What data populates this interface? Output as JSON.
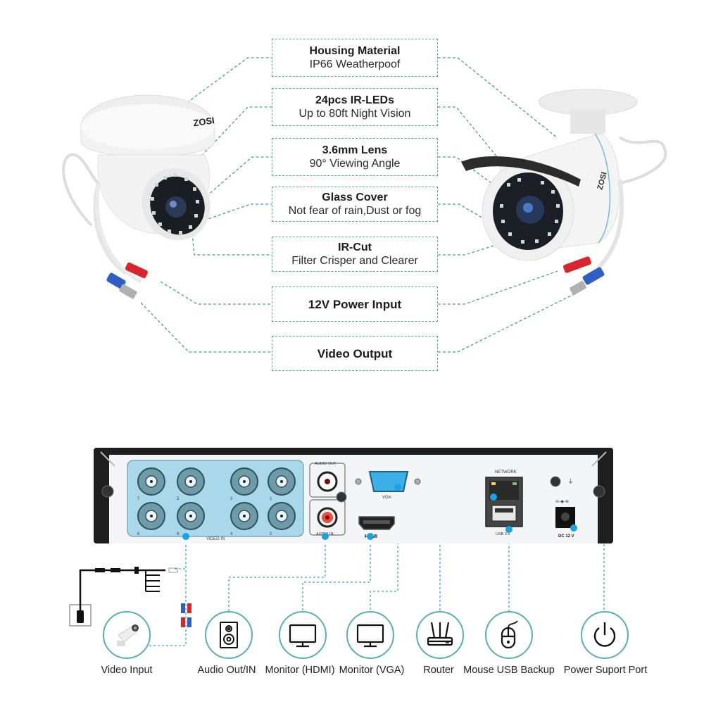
{
  "callouts": [
    {
      "title": "Housing Material",
      "sub": "IP66 Weatherpoof"
    },
    {
      "title": "24pcs IR-LEDs",
      "sub": "Up to 80ft Night Vision"
    },
    {
      "title": "3.6mm Lens",
      "sub": "90° Viewing Angle"
    },
    {
      "title": "Glass Cover",
      "sub": "Not fear of rain,Dust or fog"
    },
    {
      "title": "IR-Cut",
      "sub": "Filter Crisper and Clearer"
    },
    {
      "title": "12V  Power Input",
      "sub": ""
    },
    {
      "title": "Video Output",
      "sub": ""
    }
  ],
  "cameras": {
    "dome_brand": "ZOSI",
    "bullet_brand": "ZOSI"
  },
  "dvr": {
    "video_in_label": "VIDEO IN",
    "channel_numbers_top": [
      "7",
      "5",
      "3",
      "1"
    ],
    "channel_numbers_bottom": [
      "8",
      "6",
      "4",
      "2"
    ],
    "audio_out_label": "AUDIO OUT",
    "audio_in_label": "AUDIO IN",
    "vga_label": "VGA",
    "hdmi_label": "HDMI",
    "network_label": "NETWORK",
    "usb_label": "USB 2.0",
    "dc_label": "DC 12 V",
    "dc_polarity": "⊖-◆-⊕",
    "ground_symbol": "⏚"
  },
  "devices": [
    {
      "label": "Video Input",
      "icon": "bullet-camera-icon"
    },
    {
      "label": "Audio Out/IN",
      "icon": "speaker-icon"
    },
    {
      "label": "Monitor (HDMI)",
      "icon": "monitor-icon"
    },
    {
      "label": "Monitor (VGA)",
      "icon": "monitor-icon"
    },
    {
      "label": "Router",
      "icon": "router-icon"
    },
    {
      "label": "Mouse USB Backup",
      "icon": "mouse-icon"
    },
    {
      "label": "Power Suport Port",
      "icon": "power-icon"
    }
  ],
  "colors": {
    "accent_line": "#4a9aa6",
    "port_dot": "#1ca2e0",
    "video_panel": "#a8d8ea",
    "dvr_frame": "#1e1e1e"
  }
}
